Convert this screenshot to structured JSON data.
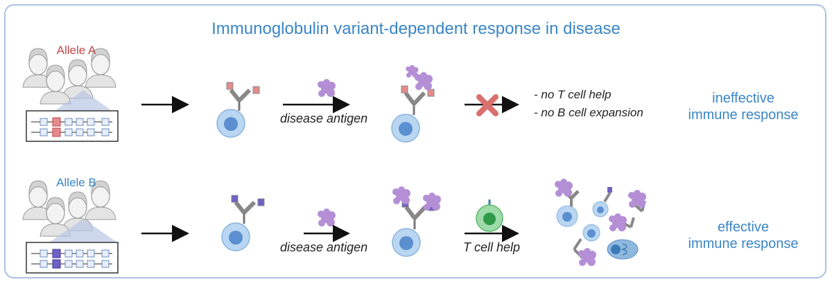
{
  "title": "Immunoglobulin variant-dependent response in disease",
  "rows": [
    {
      "allele_label": "Allele A",
      "allele_color": "#c4454a",
      "step_label": "disease antigen",
      "notes": [
        "- no T cell help",
        "- no B cell expansion"
      ],
      "outcome": [
        "ineffective",
        "immune response"
      ]
    },
    {
      "allele_label": "Allele B",
      "allele_color": "#5a4fb0",
      "step_label": "disease antigen",
      "help_label": "T cell help",
      "outcome": [
        "effective",
        "immune response"
      ]
    }
  ],
  "colors": {
    "accent": "#3a86c6",
    "frame": "#a9c2e3",
    "antigen": "#b48fd6",
    "b_cell": "#a9cdee",
    "t_cell": "#7ed08a",
    "block_x": "#d9706d"
  }
}
